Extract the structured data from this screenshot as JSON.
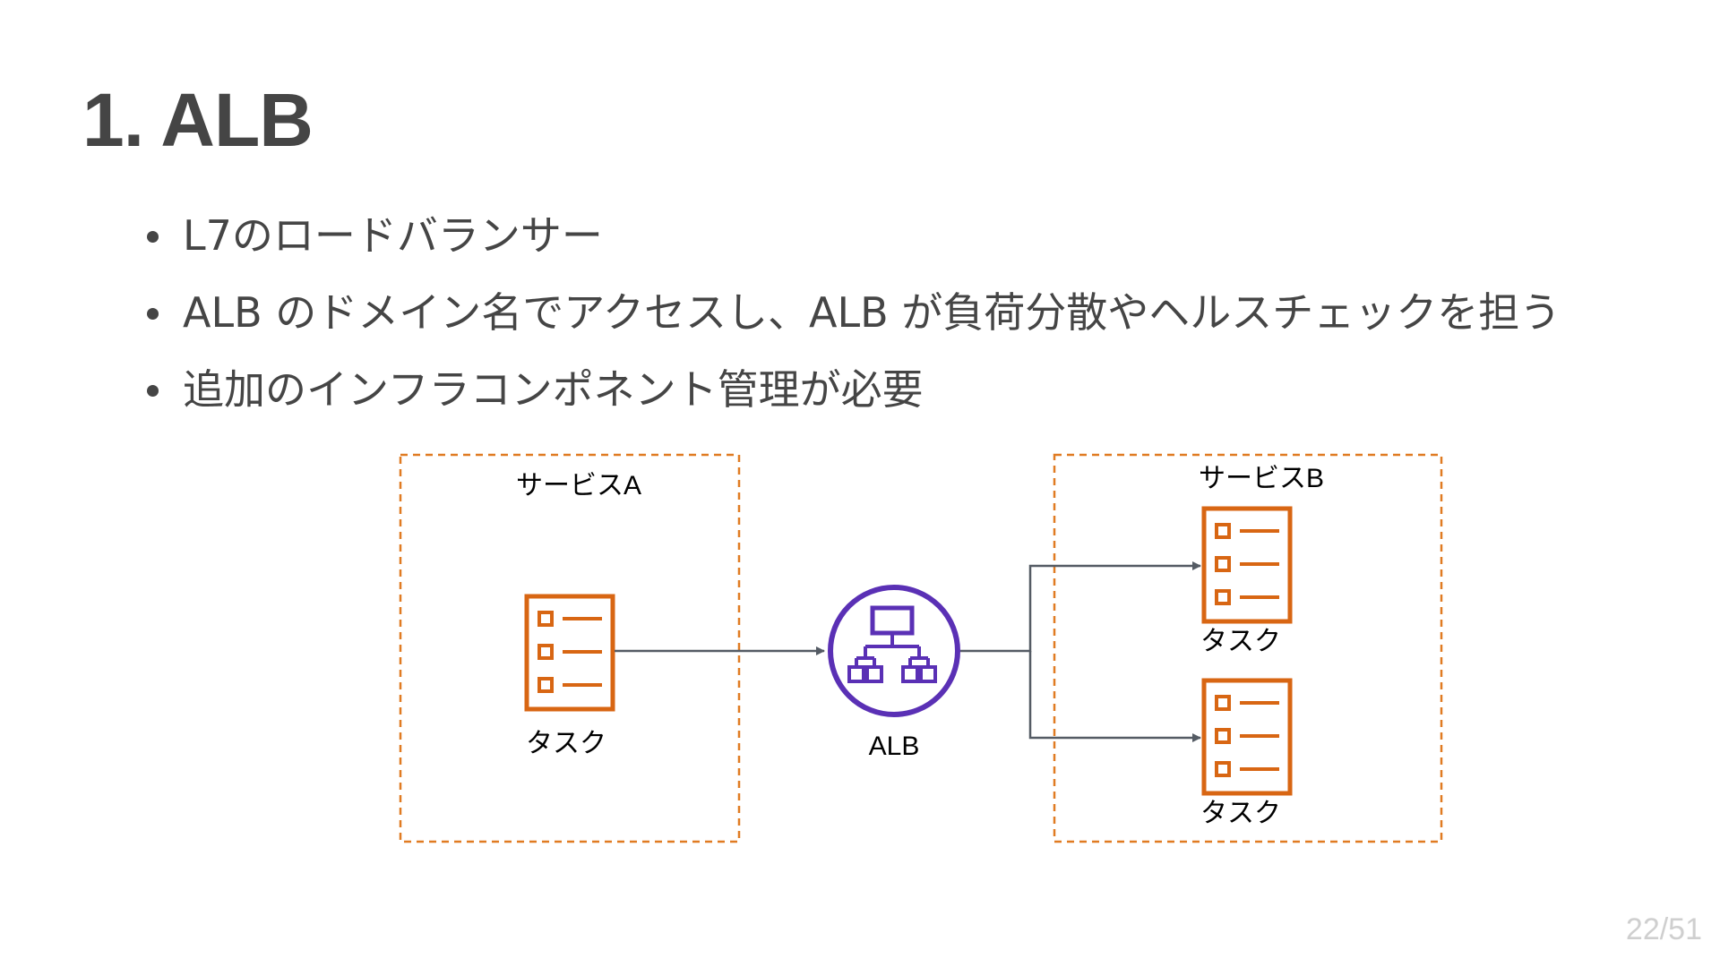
{
  "title": "1. ALB",
  "bullets": [
    "L7のロードバランサー",
    "ALB のドメイン名でアクセスし、ALB が負荷分散やヘルスチェックを担う",
    "追加のインフラコンポネント管理が必要"
  ],
  "diagram": {
    "service_a_label": "サービスA",
    "service_b_label": "サービスB",
    "task_label": "タスク",
    "alb_label": "ALB",
    "colors": {
      "task_orange": "#d86613",
      "alb_purple": "#5a30b5",
      "boundary_orange": "#e07b22",
      "arrow_gray": "#545b64"
    },
    "icons": [
      "task-icon",
      "load-balancer-icon"
    ]
  },
  "page_number": "22/51"
}
